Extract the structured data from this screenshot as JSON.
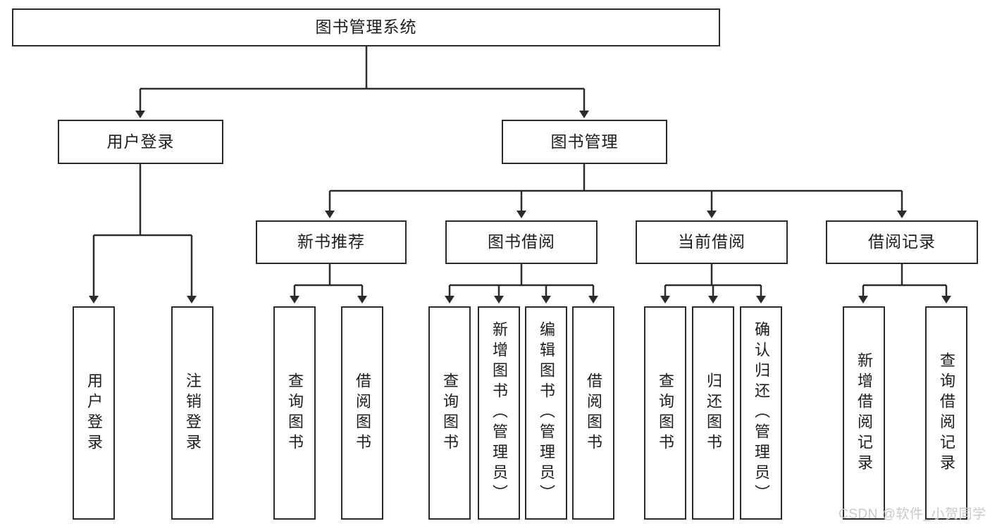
{
  "diagram": {
    "title": "图书管理系统",
    "type": "hierarchy-tree",
    "root": {
      "label": "图书管理系统"
    },
    "level2": [
      {
        "label": "用户登录"
      },
      {
        "label": "图书管理"
      }
    ],
    "level3": [
      {
        "label": "新书推荐"
      },
      {
        "label": "图书借阅"
      },
      {
        "label": "当前借阅"
      },
      {
        "label": "借阅记录"
      }
    ],
    "leaves": {
      "user_login": [
        {
          "label": "用户登录"
        },
        {
          "label": "注销登录"
        }
      ],
      "new_book_recommend": [
        {
          "label": "查询图书"
        },
        {
          "label": "借阅图书"
        }
      ],
      "book_borrow": [
        {
          "label": "查询图书"
        },
        {
          "label": "新增图书（管理员）"
        },
        {
          "label": "编辑图书（管理员）"
        },
        {
          "label": "借阅图书"
        }
      ],
      "current_borrow": [
        {
          "label": "查询图书"
        },
        {
          "label": "归还图书"
        },
        {
          "label": "确认归还（管理员）"
        }
      ],
      "borrow_record": [
        {
          "label": "新增借阅记录"
        },
        {
          "label": "查询借阅记录"
        }
      ]
    }
  },
  "watermark": {
    "text": "CSDN @软件_小贺同学"
  },
  "colors": {
    "border": "#2b2b2b",
    "text": "#1d1d1d",
    "background": "#ffffff",
    "watermark": "#c9c9c9"
  }
}
